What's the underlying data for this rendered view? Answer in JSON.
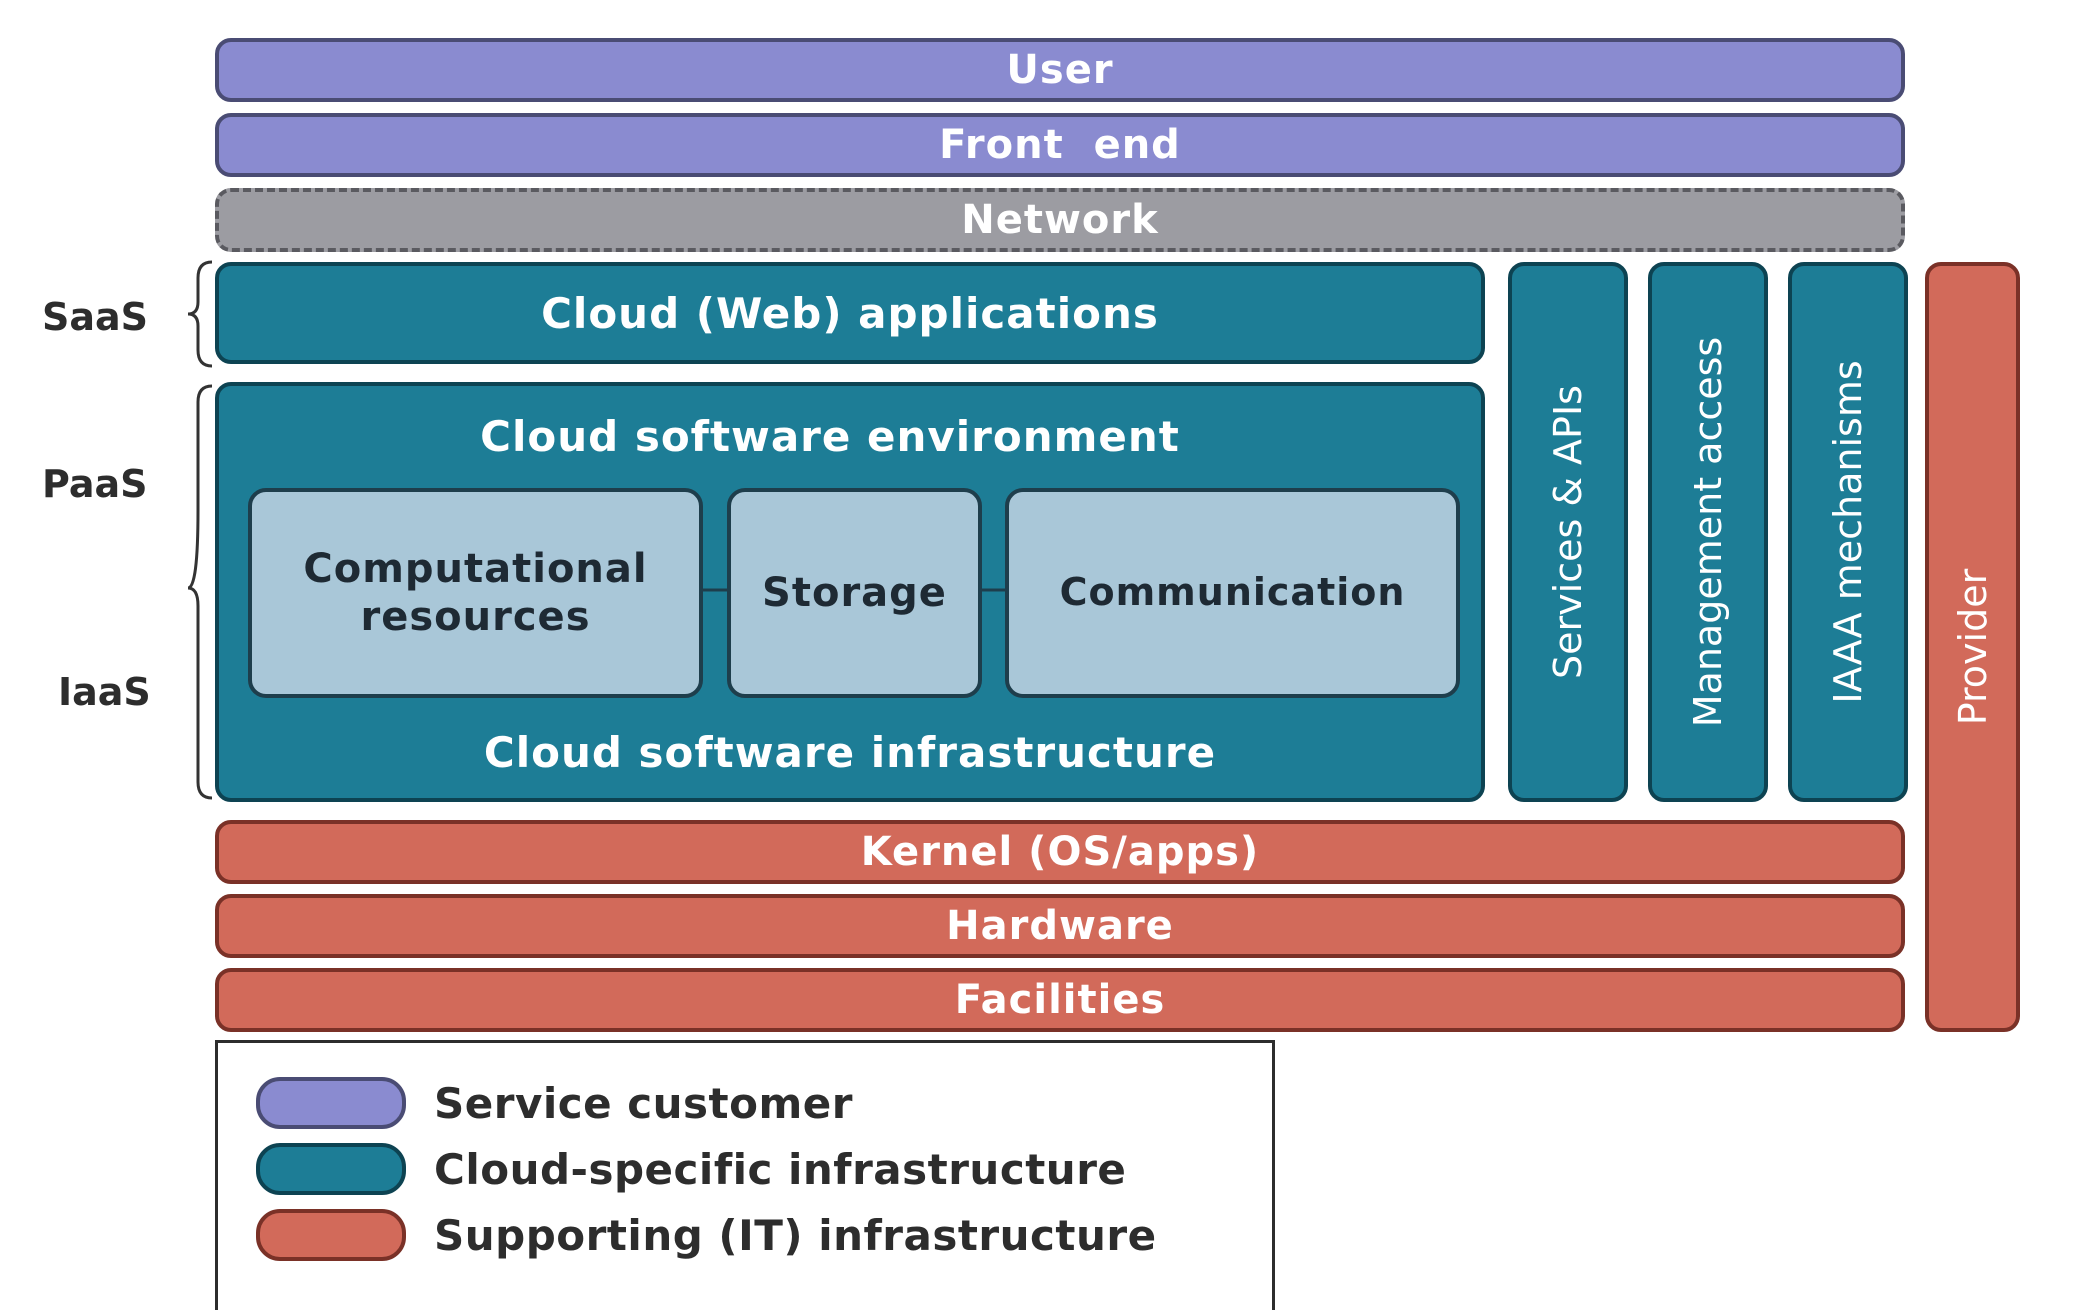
{
  "layers": {
    "user": "User",
    "front_end": "Front  end",
    "network": "Network",
    "cloud_web_apps": "Cloud (Web) applications",
    "cloud_software_environment": "Cloud software environment",
    "computational_resources_line1": "Computational",
    "computational_resources_line2": "resources",
    "storage": "Storage",
    "communication": "Communication",
    "cloud_software_infrastructure": "Cloud software infrastructure",
    "kernel": "Kernel (OS/apps)",
    "hardware": "Hardware",
    "facilities": "Facilities"
  },
  "vertical_columns": {
    "services_apis": "Services & APIs",
    "management_access": "Management access",
    "iaaa_mechanisms": "IAAA mechanisms",
    "provider": "Provider"
  },
  "side_labels": {
    "saas": "SaaS",
    "paas": "PaaS",
    "iaas": "IaaS"
  },
  "legend": {
    "service_customer": "Service customer",
    "cloud_specific": "Cloud-specific infrastructure",
    "supporting_it": "Supporting (IT) infrastructure"
  },
  "colors": {
    "service_customer": "#8a8bd0",
    "cloud_specific": "#1d7d96",
    "supporting_it": "#d26a5a",
    "network": "#9c9ca2",
    "inner_component": "#a9c7d8"
  }
}
